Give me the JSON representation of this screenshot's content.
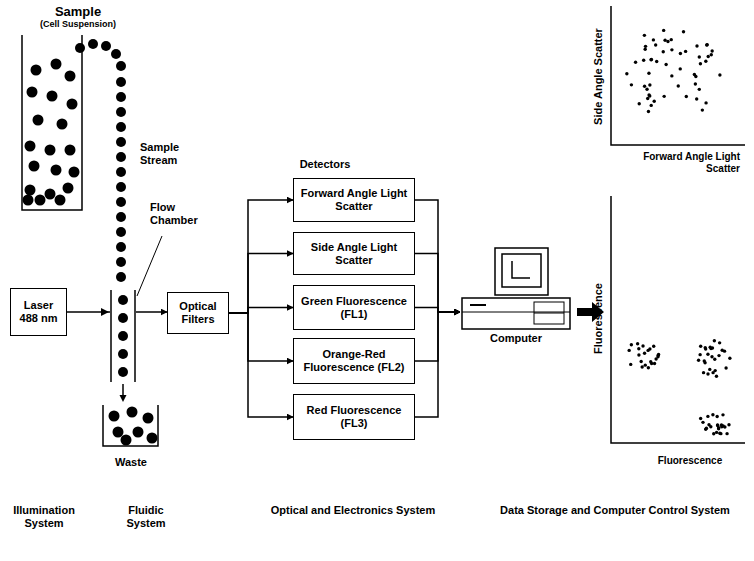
{
  "diagram": {
    "nodes": [
      {
        "text": [
          "Laser 488 nm"
        ]
      },
      {
        "text": [
          "Optical Filters"
        ]
      },
      {
        "text": [
          "Forward Angle Light Scatter"
        ]
      },
      {
        "text": [
          "Side Angle Light Scatter"
        ]
      },
      {
        "text": [
          "Green Fluorescence (FL1)"
        ]
      },
      {
        "text": [
          "Orange-Red Fluorescence (FL2)"
        ]
      },
      {
        "text": [
          "Red Fluorescence (FL3)"
        ]
      },
      {
        "text": [
          "Computer"
        ]
      }
    ],
    "edges": [
      {
        "from": 0,
        "to": 1,
        "arrow": "to"
      },
      {
        "from": 1,
        "to": 2,
        "arrow": "to"
      },
      {
        "from": 1,
        "to": 3,
        "arrow": "to"
      },
      {
        "from": 1,
        "to": 4,
        "arrow": "to"
      },
      {
        "from": 1,
        "to": 5,
        "arrow": "to"
      },
      {
        "from": 1,
        "to": 6,
        "arrow": "to"
      },
      {
        "from": 2,
        "to": 7,
        "arrow": "to"
      },
      {
        "from": 3,
        "to": 7,
        "arrow": "to"
      },
      {
        "from": 4,
        "to": 7,
        "arrow": "to"
      },
      {
        "from": 5,
        "to": 7,
        "arrow": "to"
      },
      {
        "from": 6,
        "to": 7,
        "arrow": "to"
      }
    ],
    "labels": [
      "Sample",
      "(Cell Suspension)",
      "Sample Stream",
      "Flow Chamber",
      "Waste",
      "Detectors",
      "Side Angle Scatter",
      "Forward Angle Light Scatter",
      "Fluorescence",
      "Fluorescence",
      "Illumination System",
      "Fluidic System",
      "Optical and Electronics System",
      "Data Storage and Computer Control System"
    ]
  }
}
